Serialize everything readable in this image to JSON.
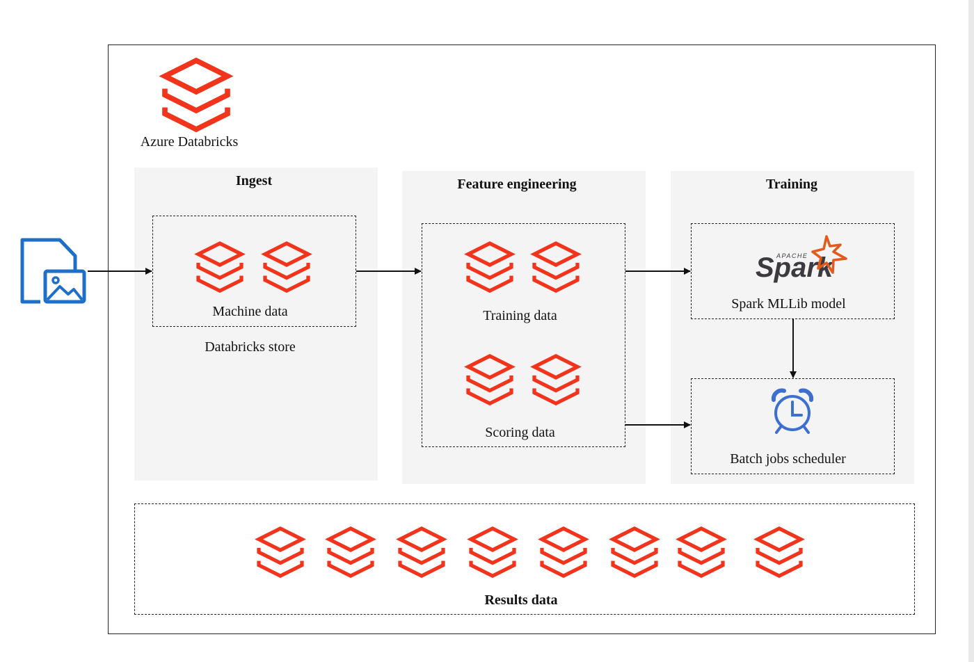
{
  "brand": {
    "name": "Azure Databricks",
    "color": "#f2341d"
  },
  "source_icon": "file-image-icon",
  "stages": {
    "ingest": {
      "title": "Ingest",
      "box_label": "Machine data",
      "caption": "Databricks store"
    },
    "feature": {
      "title": "Feature engineering",
      "training_label": "Training data",
      "scoring_label": "Scoring data"
    },
    "training": {
      "title": "Training",
      "spark_label": "Spark MLLib model",
      "spark_logo_small": "APACHE",
      "spark_logo": "Spark",
      "scheduler_label": "Batch jobs scheduler",
      "scheduler_icon": "alarm-clock-icon"
    }
  },
  "results": {
    "label": "Results data",
    "icon_count": 8
  },
  "colors": {
    "databricks_red": "#f2341d",
    "source_blue": "#1e6fc7",
    "clock_blue": "#3d6fd0",
    "spark_grey": "#3c3a3e",
    "spark_orange": "#e25a1c",
    "panel_bg": "#f4f4f4"
  }
}
